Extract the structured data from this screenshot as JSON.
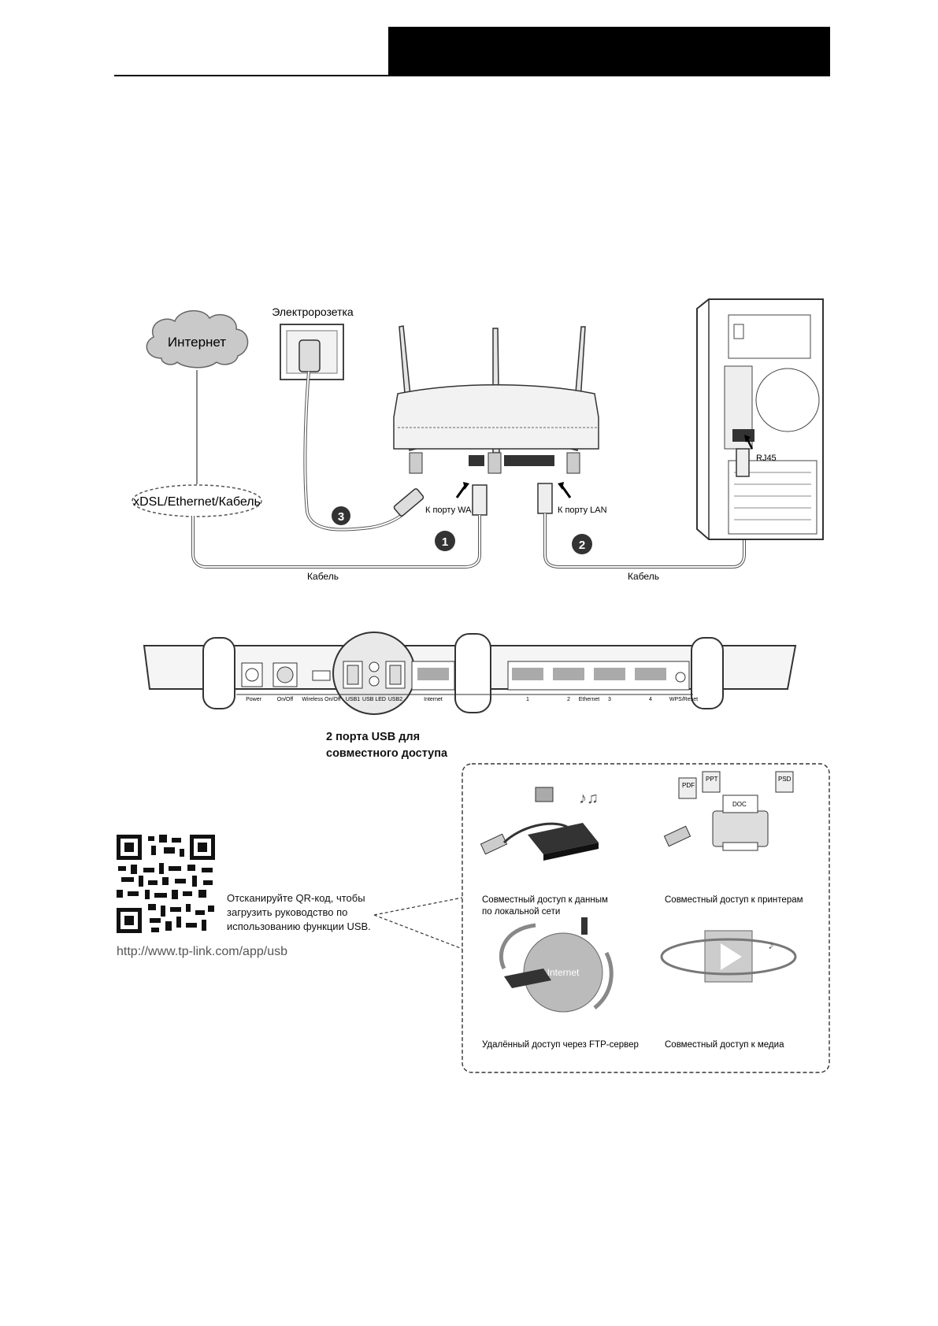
{
  "connection_diagram": {
    "internet_cloud": "Интернет",
    "power_outlet": "Электророзетка",
    "connection_type": "xDSL/Ethernet/Кабель",
    "wan_label": "К порту WAN",
    "lan_label": "К порту LAN",
    "rj45_label": "RJ45",
    "cable_left": "Кабель",
    "cable_right": "Кабель",
    "step_1": "1",
    "step_2": "2",
    "step_3": "3"
  },
  "back_panel": {
    "ports": [
      "Power",
      "On/Off",
      "Wireless On/Off",
      "USB1",
      "USB LED",
      "USB2",
      "Internet",
      "1",
      "2",
      "Ethernet",
      "3",
      "4",
      "WPS/Reset"
    ]
  },
  "usb_section": {
    "title_line1": "2 порта USB для",
    "title_line2": "совместного доступа",
    "qr_caption_line1": "Отсканируйте QR-код, чтобы",
    "qr_caption_line2": "загрузить руководство по",
    "qr_caption_line3": "использованию функции USB.",
    "url": "http://www.tp-link.com/app/usb",
    "features": [
      {
        "line1": "Совместный доступ к данным",
        "line2": "по локальной сети"
      },
      {
        "line1": "Совместный доступ к принтерам",
        "line2": ""
      },
      {
        "line1": "Удалённый доступ через FTP-сервер",
        "line2": ""
      },
      {
        "line1": "Совместный доступ к медиа",
        "line2": ""
      }
    ],
    "globe_label": "Internet",
    "doc_labels": [
      "PDF",
      "PPT",
      "PSD",
      "DOC"
    ]
  }
}
